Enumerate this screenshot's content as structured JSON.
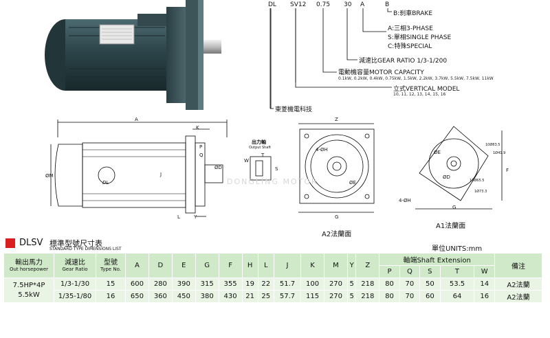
{
  "model_code": {
    "parts": [
      "DL",
      "SV12",
      "0.75",
      "30",
      "A",
      "B"
    ],
    "lines": [
      {
        "text": "B:刹車BRAKE"
      },
      {
        "text": "A:三相3-PHASE"
      },
      {
        "text": "S:單相SINGLE PHASE"
      },
      {
        "text": "C:特殊SPECIAL"
      },
      {
        "text": "減速比GEAR RATIO  1/3-1/200"
      },
      {
        "text": "電動機容量MOTOR CAPACITY"
      },
      {
        "text": "0.1kW, 0.2kW, 0.4kW, 0.75kW, 1.5kW, 2.2kW, 3.7kW, 5.5kW, 7.5kW, 11kW"
      },
      {
        "text": "立式VERTICAL MODEL"
      },
      {
        "text": "10, 11, 12, 13, 14, 15, 16"
      },
      {
        "text": "東菱機電科技"
      }
    ]
  },
  "drawing": {
    "side_labels": [
      "A",
      "K",
      "P",
      "Q",
      "ØD",
      "ØM",
      "J",
      "L",
      "Y",
      "DL"
    ],
    "shaft_title": "出力軸",
    "shaft_subtitle": "Output Shaft",
    "shaft_labels": [
      "W",
      "T",
      "S"
    ],
    "a2_labels": [
      "Z",
      "4-ØH",
      "ØE",
      "G"
    ],
    "a2_caption": "A2法蘭面",
    "a1_labels": [
      "ØE",
      "ØD",
      "4-ØH",
      "G",
      "F",
      "10Ø65.5",
      "10Ø83.5",
      "1Ø41.9",
      "1Ø73.3"
    ],
    "a1_caption": "A1法蘭面",
    "watermark": "DONGLING MOTOR"
  },
  "section": {
    "code": "DLSV",
    "title_cn": "標準型號尺寸表",
    "title_en": "STANDARD TYPE DIMENSIONS LIST",
    "unit": "單位UNITS:mm",
    "marker_color": "#d91f1f"
  },
  "table": {
    "headers": {
      "output_cn": "輸出馬力",
      "output_en": "Out horsepower",
      "ratio_cn": "減速比",
      "ratio_en": "Gear Ratio",
      "type_cn": "型號",
      "type_en": "Type No.",
      "dims": [
        "A",
        "D",
        "E",
        "G",
        "F",
        "H",
        "L",
        "J",
        "K",
        "M",
        "Y",
        "Z"
      ],
      "shaft_group": "軸端Shaft Extension",
      "shaft": [
        "P",
        "Q",
        "S",
        "T",
        "W"
      ],
      "note": "備注"
    },
    "group_label": [
      "7.5HP*4P",
      "5.5kW"
    ],
    "rows": [
      {
        "ratio": "1/3-1/30",
        "type": "15",
        "dims": [
          "600",
          "280",
          "390",
          "315",
          "355",
          "19",
          "22",
          "51.7",
          "100",
          "270",
          "5",
          "218"
        ],
        "shaft": [
          "80",
          "70",
          "50",
          "53.5",
          "14"
        ],
        "note": "A2法蘭"
      },
      {
        "ratio": "1/35-1/80",
        "type": "16",
        "dims": [
          "650",
          "360",
          "450",
          "380",
          "430",
          "21",
          "25",
          "57.7",
          "115",
          "270",
          "5",
          "218"
        ],
        "shaft": [
          "80",
          "70",
          "60",
          "64",
          "16"
        ],
        "note": "A2法蘭"
      }
    ]
  }
}
